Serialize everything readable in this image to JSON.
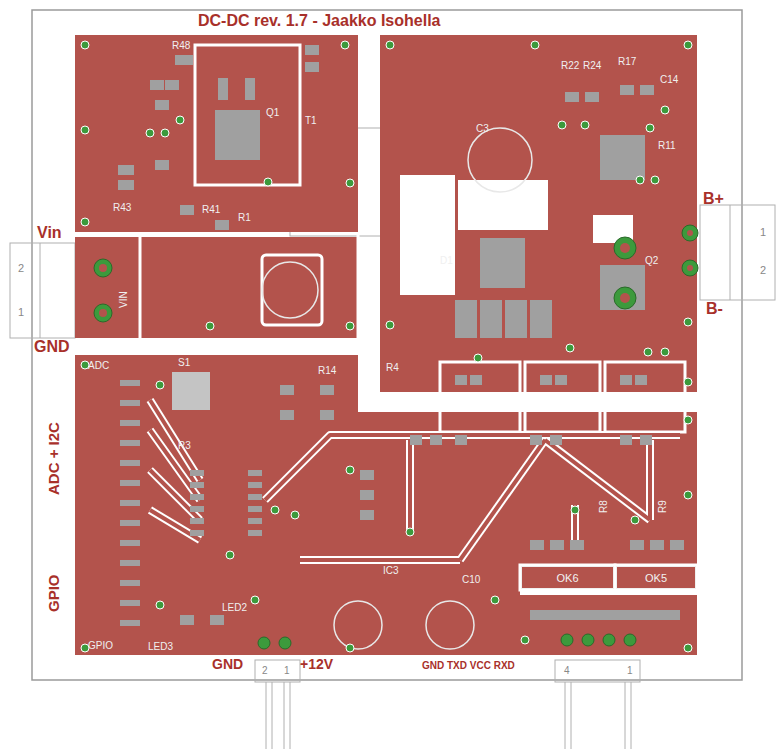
{
  "diagram": {
    "title": "DC-DC rev. 1.7 - Jaakko Isohella",
    "nodes": [
      {
        "text": [
          "OK6"
        ]
      },
      {
        "text": [
          "OK5"
        ]
      }
    ],
    "labels": [
      "Vin",
      "GND",
      "2",
      "1",
      "VIN",
      "R48",
      "Q1",
      "T1",
      "R41",
      "R1",
      "R43",
      "C3",
      "R22",
      "R24",
      "R17",
      "C14",
      "R11",
      "D1",
      "Q2",
      "R4",
      "B+",
      "B-",
      "1",
      "2",
      "ADC + I2C",
      "GPIO",
      "ADC",
      "GPIO",
      "S1",
      "R14",
      "R3",
      "IC3",
      "C10",
      "LED2",
      "LED3",
      "R8",
      "R9",
      "GND",
      "+12V",
      "GND TXD VCC RXD",
      "2",
      "1",
      "4",
      "1"
    ]
  }
}
